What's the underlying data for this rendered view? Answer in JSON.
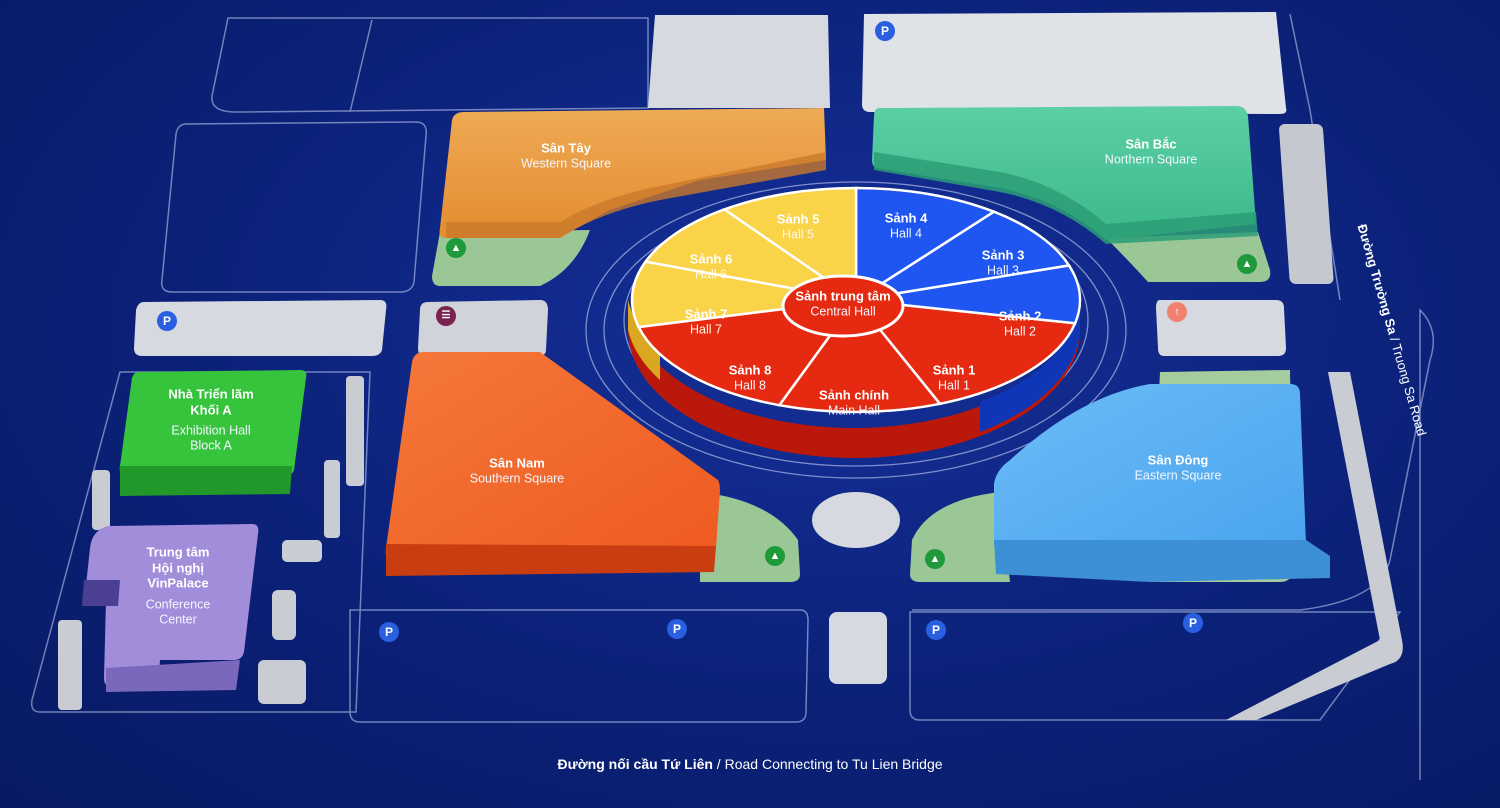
{
  "map": {
    "zones": {
      "western_square": {
        "vi": "Sân Tây",
        "en": "Western Square"
      },
      "northern_square": {
        "vi": "Sân Bắc",
        "en": "Northern Square"
      },
      "southern_square": {
        "vi": "Sân Nam",
        "en": "Southern Square"
      },
      "eastern_square": {
        "vi": "Sân Đông",
        "en": "Eastern Square"
      },
      "exhibition_hall_a": {
        "vi_1": "Nhà Triển lãm",
        "vi_2": "Khối A",
        "en_1": "Exhibition Hall",
        "en_2": "Block A"
      },
      "conference_center": {
        "vi_1": "Trung tâm",
        "vi_2": "Hội nghị",
        "vi_3": "VinPalace",
        "en_1": "Conference",
        "en_2": "Center"
      }
    },
    "central_hall": {
      "vi": "Sảnh trung tâm",
      "en": "Central Hall"
    },
    "halls": [
      {
        "id": "hall-1",
        "vi": "Sảnh 1",
        "en": "Hall 1",
        "color": "#e62a12"
      },
      {
        "id": "hall-2",
        "vi": "Sảnh 2",
        "en": "Hall 2",
        "color": "#1f55f0"
      },
      {
        "id": "hall-3",
        "vi": "Sảnh 3",
        "en": "Hall 3",
        "color": "#1f55f0"
      },
      {
        "id": "hall-4",
        "vi": "Sảnh 4",
        "en": "Hall 4",
        "color": "#1f55f0"
      },
      {
        "id": "hall-5",
        "vi": "Sảnh 5",
        "en": "Hall 5",
        "color": "#f9d348"
      },
      {
        "id": "hall-6",
        "vi": "Sảnh 6",
        "en": "Hall 6",
        "color": "#f9d348"
      },
      {
        "id": "hall-7",
        "vi": "Sảnh 7",
        "en": "Hall 7",
        "color": "#f9d348"
      },
      {
        "id": "hall-8",
        "vi": "Sảnh 8",
        "en": "Hall 8",
        "color": "#e62a12"
      },
      {
        "id": "main-hall",
        "vi": "Sảnh chính",
        "en": "Main Hall",
        "color": "#e62a12"
      }
    ],
    "roads": {
      "bottom": {
        "vi": "Đường nối cầu Tứ Liên",
        "sep": " / ",
        "en": "Road Connecting to Tu Lien Bridge"
      },
      "right": {
        "vi": "Đường Trường Sa",
        "sep": " / ",
        "en": "Truong Sa Road"
      }
    },
    "icons": {
      "parking": "P",
      "tree": "tree-icon",
      "service": "service-icon",
      "info": "info-icon"
    },
    "colors": {
      "background": "#0b2178",
      "western": "#e9a04a",
      "northern": "#4cc69a",
      "southern": "#f26a2e",
      "eastern": "#5ab0f2",
      "exhibition": "#33c23b",
      "conference": "#a08ad8",
      "park": "#9bc797",
      "parking_lot": "#d6d9df"
    }
  }
}
